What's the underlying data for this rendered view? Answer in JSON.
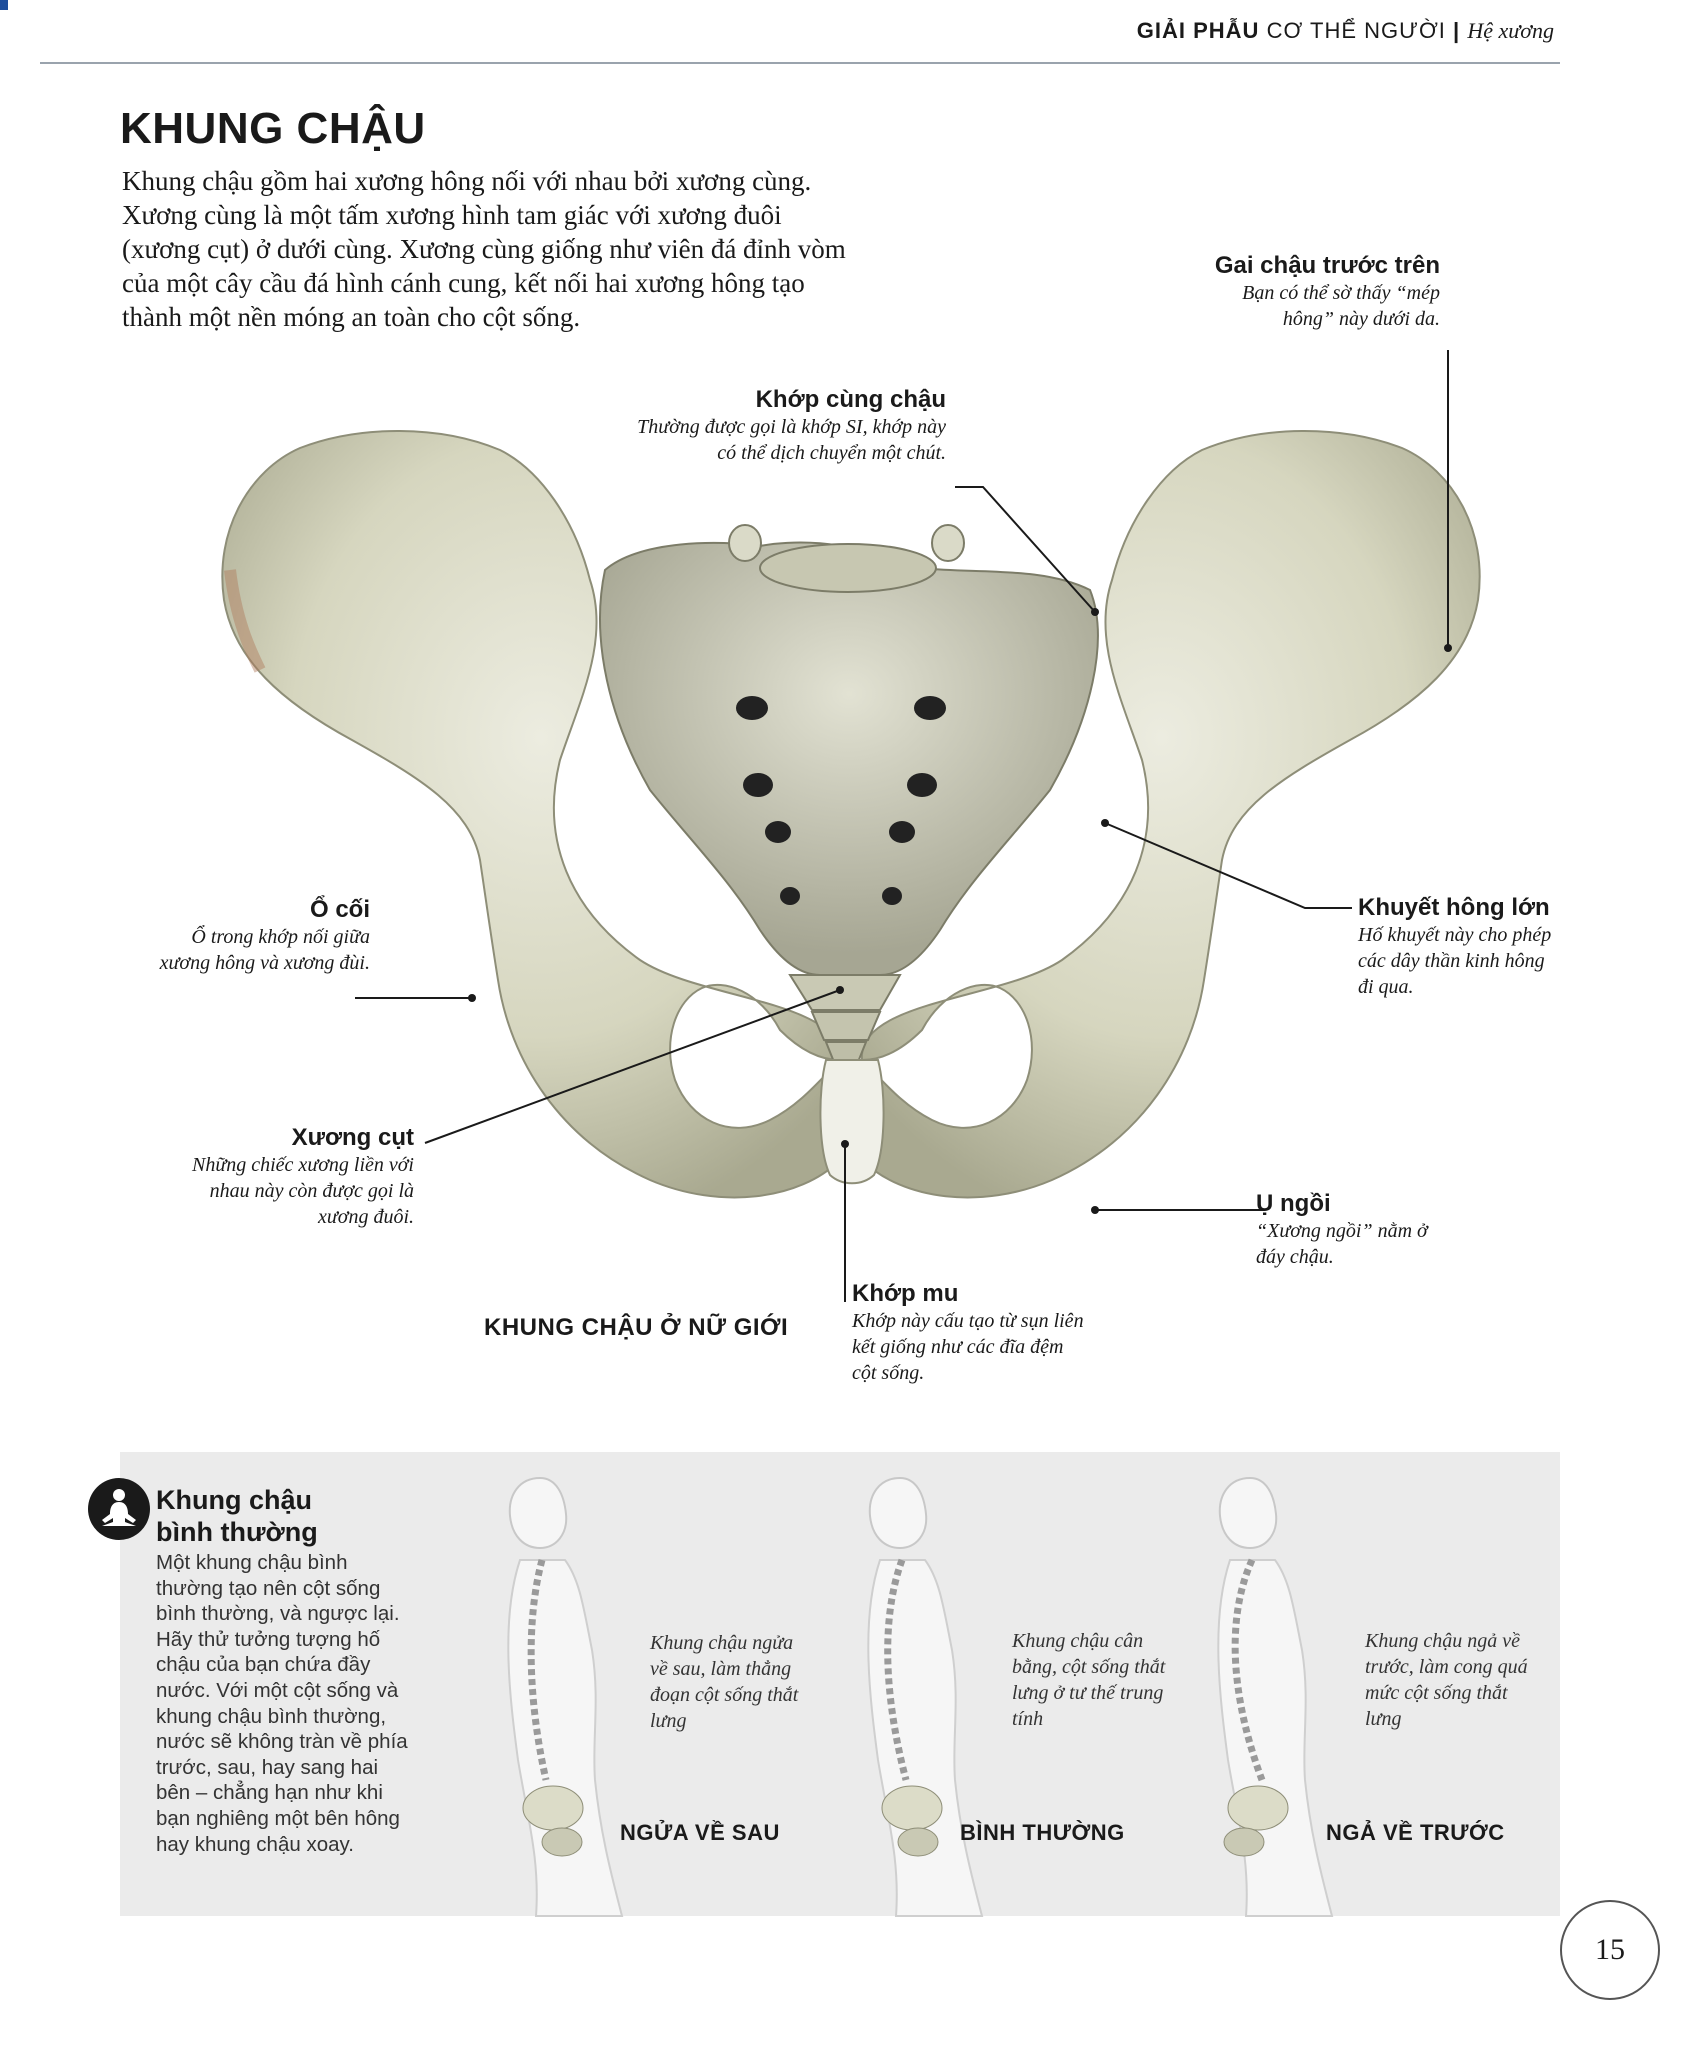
{
  "header": {
    "part1": "GIẢI PHẪU",
    "part2": "CƠ THỂ NGƯỜI",
    "separator": "|",
    "section": "Hệ xương"
  },
  "title": "KHUNG CHẬU",
  "intro_lines": [
    "Khung chậu gồm hai xương hông nối với nhau bởi xương cùng.",
    "Xương cùng là một tấm xương hình tam giác với xương đuôi",
    "(xương cụt) ở dưới cùng. Xương cùng giống như viên đá đỉnh vòm",
    "của một cây cầu đá hình cánh cung, kết nối hai xương hông tạo",
    "thành một nền móng an toàn cho cột sống."
  ],
  "labels": {
    "asis": {
      "title": "Gai chậu trước trên",
      "desc_lines": [
        "Bạn có thể sờ thấy “mép",
        "hông” này dưới da."
      ]
    },
    "si_joint": {
      "title": "Khớp cùng chậu",
      "desc_lines": [
        "Thường được gọi là khớp SI, khớp này",
        "có thể dịch chuyển một chút."
      ]
    },
    "acetabulum": {
      "title": "Ổ cối",
      "desc_lines": [
        "Ổ trong khớp nối giữa",
        "xương hông và xương đùi."
      ]
    },
    "sciatic_notch": {
      "title": "Khuyết hông lớn",
      "desc_lines": [
        "Hố khuyết này cho phép",
        "các dây thần kinh hông",
        "đi qua."
      ]
    },
    "coccyx": {
      "title": "Xương cụt",
      "desc_lines": [
        "Những chiếc xương liền với",
        "nhau này còn được gọi là",
        "xương đuôi."
      ]
    },
    "ischial": {
      "title": "Ụ ngồi",
      "desc_lines": [
        "“Xương ngồi” nằm ở",
        "đáy chậu."
      ]
    },
    "pubic": {
      "title": "Khớp mu",
      "desc_lines": [
        "Khớp này cấu tạo từ sụn liên",
        "kết giống như các đĩa đệm",
        "cột sống."
      ]
    }
  },
  "figure_caption": "KHUNG CHẬU Ở NỮ GIỚI",
  "panel": {
    "title_lines": [
      "Khung chậu",
      "bình thường"
    ],
    "body_lines": [
      "Một khung chậu bình",
      "thường tạo nên cột sống",
      "bình thường, và ngược lại.",
      "Hãy thử tưởng tượng hố",
      "chậu của bạn chứa đầy",
      "nước. Với một cột sống và",
      "khung chậu bình thường,",
      "nước sẽ không tràn về phía",
      "trước, sau, hay sang hai",
      "bên – chẳng hạn như khi",
      "bạn nghiêng một bên hông",
      "hay khung chậu xoay."
    ],
    "poses": [
      {
        "caption": "NGỬA VỀ SAU",
        "desc_lines": [
          "Khung chậu ngửa",
          "về sau, làm thẳng",
          "đoạn cột sống thắt",
          "lưng"
        ]
      },
      {
        "caption": "BÌNH THƯỜNG",
        "desc_lines": [
          "Khung chậu cân",
          "bằng, cột sống thắt",
          "lưng ở tư thế trung",
          "tính"
        ]
      },
      {
        "caption": "NGẢ VỀ TRƯỚC",
        "desc_lines": [
          "Khung chậu ngả về",
          "trước, làm cong quá",
          "mức cột sống thắt",
          "lưng"
        ]
      }
    ]
  },
  "page_number": "15",
  "colors": {
    "bone": "#ddddc8",
    "bone_shadow": "#a9a990",
    "panel": "#ebebeb",
    "accent": "#1e4e9c"
  },
  "icons": {
    "panel_icon": "meditation-icon"
  }
}
